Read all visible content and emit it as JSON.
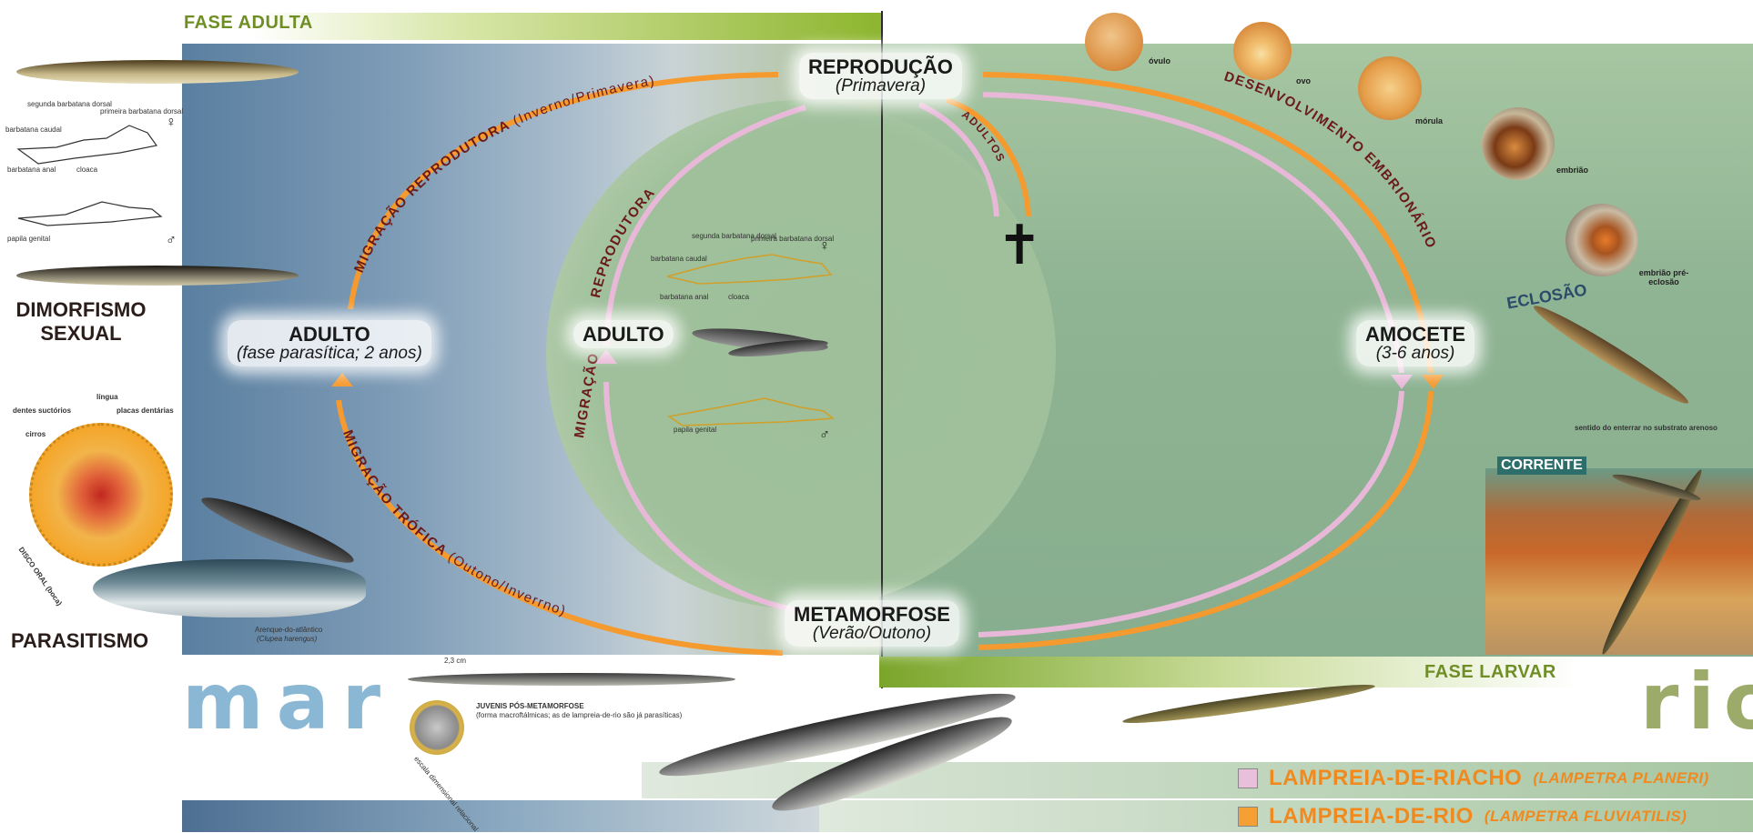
{
  "phases": {
    "adult": "FASE ADULTA",
    "larval": "FASE LARVAR"
  },
  "places": {
    "sea": "mar",
    "river": "rio"
  },
  "stages": {
    "reproduction": {
      "name": "REPRODUÇÃO",
      "season": "(Primavera)"
    },
    "adult_left": {
      "name": "ADULTO",
      "note": "(fase parasítica; 2 anos)"
    },
    "adult_inner": {
      "name": "ADULTO"
    },
    "ammocete": {
      "name": "AMOCETE",
      "note": "(3-6 anos)"
    },
    "metamorphosis": {
      "name": "METAMORFOSE",
      "season": "(Verão/Outono)"
    }
  },
  "arcs": {
    "reproductive_migration": {
      "main": "MIGRAÇÃO REPRODUTORA",
      "sub": "(Inverno/Primavera)"
    },
    "trophic_migration": {
      "main": "MIGRAÇÃO TRÓFICA",
      "sub": "(Outono/Inverrno)"
    },
    "inner_reproductive": "REPRODUTORA",
    "inner_migration": "MIGRAÇÃO",
    "embryonic_development": "DESENVOLVIMENTO EMBRIONÁRIO",
    "adults_death": "ADULTOS"
  },
  "development": [
    "óvulo",
    "ovo",
    "mórula",
    "embrião",
    "embrião pré-eclosão"
  ],
  "hatching": "ECLOSÃO",
  "current": "CORRENTE",
  "burrow_note": "sentido do enterrar no substrato arenoso",
  "left_panel": {
    "dimorphism": "DIMORFISMO SEXUAL",
    "parasitism": "PARASITISMO",
    "fin_labels": [
      "segunda barbatana dorsal",
      "primeira barbatana dorsal",
      "barbatana caudal",
      "barbatana anal",
      "cloaca",
      "papila genital"
    ],
    "female_symbol": "♀",
    "male_symbol": "♂",
    "mouth_labels": [
      "dentes suctórios",
      "língua",
      "placas dentárias",
      "cirros",
      "DISCO ORAL (boca)"
    ],
    "host_fish": "Arenque-do-atlântico",
    "host_fish_latin": "(Clupea harengus)"
  },
  "juveniles": {
    "title": "JUVENIS PÓS-METAMORFOSE",
    "note": "(forma macroftálmicas; as de lampreia-de-rio são já parasíticas)",
    "scale": "2,3 cm",
    "scale_note": "escala dimensional relacional"
  },
  "death_symbol": "✝",
  "legend": [
    {
      "name": "LAMPREIA-DE-RIACHO",
      "latin": "(LAMPETRA PLANERI)",
      "color": "#e8c0dc"
    },
    {
      "name": "LAMPREIA-DE-RIO",
      "latin": "(LAMPETRA FLUVIATILIS)",
      "color": "#f5a035"
    }
  ],
  "colors": {
    "brook": "#e8b8d8",
    "river": "#f59a2e",
    "phase_green": "#7a9a2a",
    "sea_text": "#8ab8d4",
    "river_text": "#9caa6a"
  }
}
